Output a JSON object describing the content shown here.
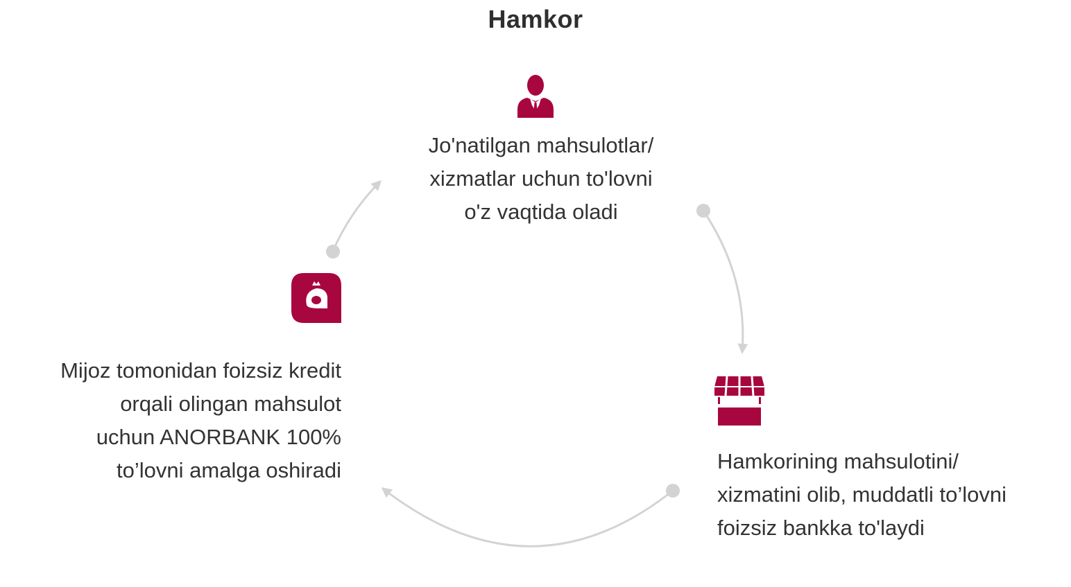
{
  "title": "Hamkor",
  "accent_color": "#A8063F",
  "connector_color": "#D3D3D3",
  "steps": [
    {
      "icon": "businessman-icon",
      "lines": [
        "Jo'natilgan mahsulotlar/",
        "xizmatlar uchun to'lovni",
        "o'z vaqtida oladi"
      ]
    },
    {
      "icon": "store-icon",
      "lines": [
        "Hamkorining mahsulotini/",
        "xizmatini olib, muddatli to’lovni",
        "foizsiz bankka to'laydi"
      ]
    },
    {
      "icon": "anorbank-logo-icon",
      "lines": [
        "Mijoz tomonidan foizsiz kredit",
        "orqali olingan mahsulot",
        "uchun ANORBANK 100%",
        "to’lovni amalga oshiradi"
      ]
    }
  ]
}
